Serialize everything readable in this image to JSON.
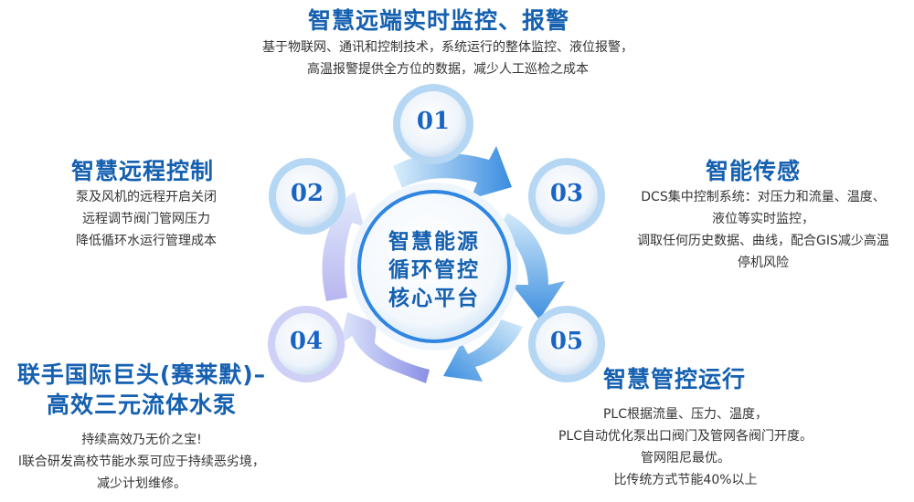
{
  "center": {
    "lines": [
      "智慧能源",
      "循环管控",
      "核心平台"
    ]
  },
  "items": [
    {
      "number": "01",
      "title": "智慧远端实时监控、报警",
      "lines": [
        "基于物联网、通讯和控制技术，系统运行的整体监控、液位报警，",
        "高温报警提供全方位的数据，减少人工巡检之成本"
      ]
    },
    {
      "number": "02",
      "title": "智慧远程控制",
      "lines": [
        "泵及风机的远程开启关闭",
        "远程调节阀门管网压力",
        "降低循环水运行管理成本"
      ]
    },
    {
      "number": "03",
      "title": "智能传感",
      "lines": [
        "DCS集中控制系统：对压力和流量、温度、",
        "液位等实时监控，",
        "调取任何历史数据、曲线，配合GIS减少高温",
        "停机风险"
      ]
    },
    {
      "number": "04",
      "title_lines": [
        "联手国际巨头(赛莱默)–",
        "高效三元流体水泵"
      ],
      "lines": [
        "持续高效乃无价之宝!",
        "l联合研发高校节能水泵可应于持续恶劣境，",
        "减少计划维修。"
      ]
    },
    {
      "number": "05",
      "title": "智慧管控运行",
      "lines": [
        "PLC根据流量、压力、温度，",
        "PLC自动优化泵出口阀门及管网各阀门开度。",
        "管网阻尼最优。",
        "比传统方式节能40%以上"
      ]
    }
  ],
  "colors": {
    "title": "#1560b0",
    "arrow_light": "#d6ebfa",
    "arrow_dark": "#3d8fe0",
    "arrow_purple": "#8a92e8",
    "number": "#1a64c4"
  }
}
